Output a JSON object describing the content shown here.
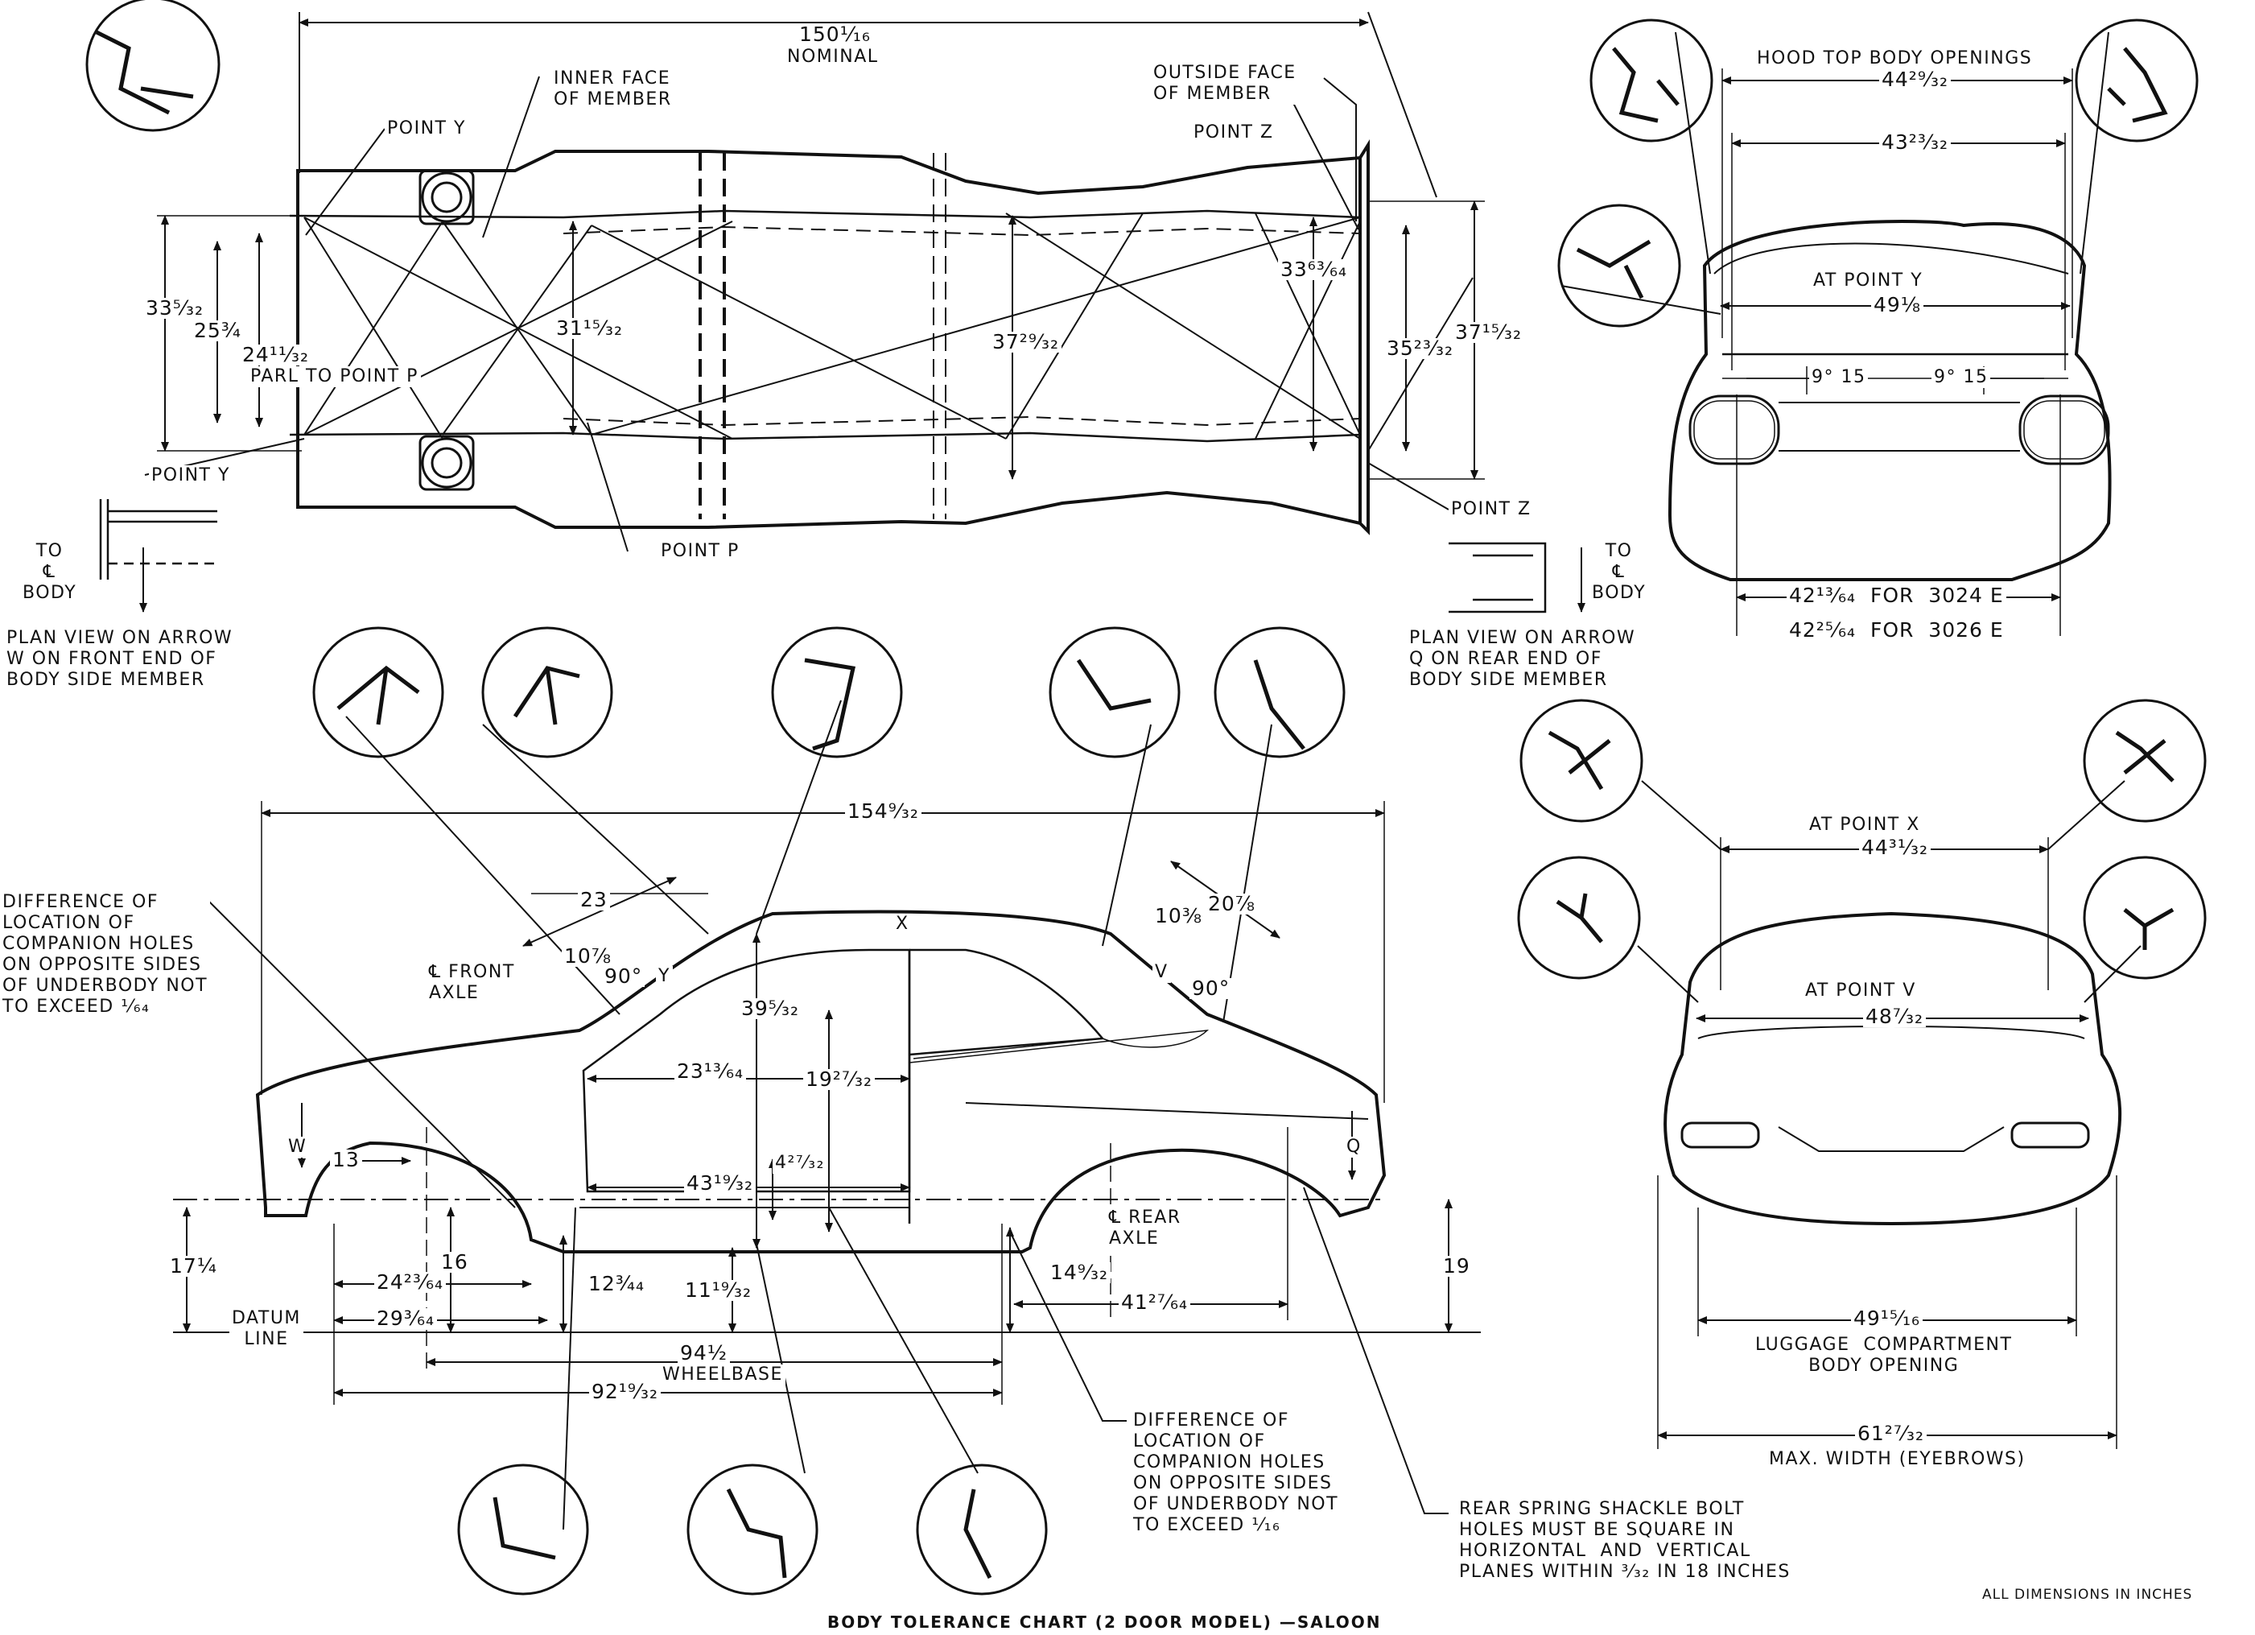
{
  "title": "BODY TOLERANCE CHART (2 DOOR MODEL) —SALOON",
  "footnote": "ALL DIMENSIONS IN INCHES",
  "plan_view": {
    "nominal_dim": "150¹⁄₁₆",
    "nominal_label": "NOMINAL",
    "inner_face": "INNER FACE\nOF MEMBER",
    "outside_face": "OUTSIDE FACE\nOF MEMBER",
    "point_y_top": "POINT Y",
    "point_z_top": "POINT Z",
    "point_y_side": "POINT Y",
    "point_p": "POINT P",
    "point_z_side": "POINT Z",
    "dims": {
      "d33a": "33⁵⁄₃₂",
      "d25": "25¾",
      "d24": "24¹¹⁄₃₂",
      "parl": "PARL TO POINT P",
      "d31": "31¹⁵⁄₃₂",
      "d37a": "37²⁹⁄₃₂",
      "d33b": "33⁶³⁄₆₄",
      "d35": "35²³⁄₃₂",
      "d37b": "37¹⁵⁄₃₂"
    },
    "to_cl_left": "TO\n℄\nBODY",
    "to_cl_right": "TO\n℄\nBODY",
    "note_w": "PLAN VIEW ON ARROW\nW ON FRONT END OF\nBODY SIDE MEMBER",
    "note_q": "PLAN VIEW ON ARROW\nQ ON REAR END OF\nBODY SIDE MEMBER"
  },
  "rear_view": {
    "hood_label": "HOOD TOP BODY OPENINGS",
    "d44": "44²⁹⁄₃₂",
    "d43": "43²³⁄₃₂",
    "at_point_y": "AT POINT Y",
    "d49": "49⅛",
    "angle_l": "9° 15",
    "angle_r": "9° 15",
    "d42a": "42¹³⁄₆₄  FOR  3024 E",
    "d42b": "42²⁵⁄₆₄  FOR  3026 E"
  },
  "front_view": {
    "at_point_x": "AT POINT X",
    "d44": "44³¹⁄₃₂",
    "at_point_v": "AT POINT V",
    "d48": "48⁷⁄₃₂",
    "d49": "49¹⁵⁄₁₆",
    "luggage": "LUGGAGE  COMPARTMENT\nBODY OPENING",
    "d61": "61²⁷⁄₃₂",
    "max_width": "MAX. WIDTH (EYEBROWS)"
  },
  "side_view": {
    "d154": "154⁹⁄₃₂",
    "d23": "23",
    "d10a": "10⅞",
    "angle90a": "90°",
    "y_mark": "Y",
    "x_mark": "X",
    "v_mark": "V",
    "d10b": "10⅜",
    "d20": "20⅞",
    "angle90b": "90°",
    "front_axle": "℄ FRONT\nAXLE",
    "rear_axle": "℄ REAR\nAXLE",
    "d39": "39⁵⁄₃₂",
    "d23b": "23¹³⁄₆₄",
    "d19": "19²⁷⁄₃₂",
    "d43": "43¹⁹⁄₃₂",
    "d4": "4²⁷⁄₃₂",
    "w_mark": "W",
    "q_mark": "Q",
    "d13": "13",
    "d17": "17¼",
    "d16": "16",
    "d24": "24²³⁄₆₄",
    "d29": "29³⁄₆₄",
    "d12": "12¾₄",
    "d11": "11¹⁹⁄₃₂",
    "d14": "14⁹⁄₃₂",
    "d41": "41²⁷⁄₆₄",
    "d19b": "19",
    "datum": "DATUM\nLINE",
    "d94": "94½",
    "wheelbase": "WHEELBASE",
    "d92": "92¹⁹⁄₃₂",
    "diff_left": "DIFFERENCE OF\nLOCATION OF\nCOMPANION HOLES\nON OPPOSITE SIDES\nOF UNDERBODY NOT\nTO EXCEED ¹⁄₆₄",
    "diff_right": "DIFFERENCE OF\nLOCATION OF\nCOMPANION HOLES\nON OPPOSITE SIDES\nOF UNDERBODY NOT\nTO EXCEED ¹⁄₁₆",
    "spring_note": "REAR SPRING SHACKLE BOLT\nHOLES MUST BE SQUARE IN\nHORIZONTAL  AND  VERTICAL\nPLANES WITHIN ³⁄₃₂ IN 18 INCHES"
  }
}
